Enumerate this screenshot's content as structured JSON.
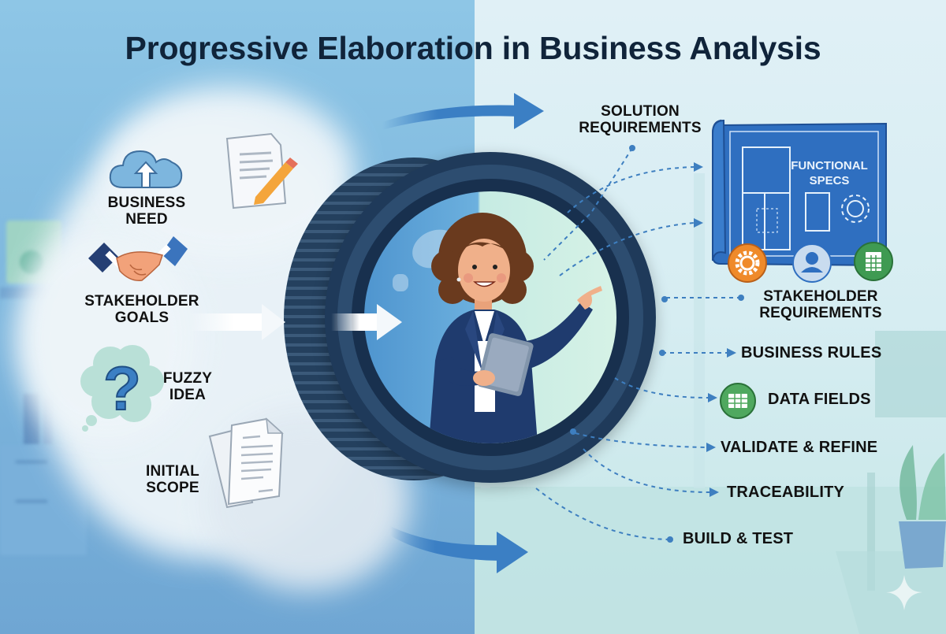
{
  "title": "Progressive Elaboration in Business Analysis",
  "left_inputs": [
    {
      "id": "business-need",
      "label_line1": "BUSINESS",
      "label_line2": "NEED",
      "icon": "cloud-upload-icon"
    },
    {
      "id": "stakeholder-goals",
      "label_line1": "STAKEHOLDER",
      "label_line2": "GOALS",
      "icon": "handshake-icon"
    },
    {
      "id": "fuzzy-idea",
      "label_line1": "FUZZY",
      "label_line2": "IDEA",
      "icon": "question-cloud-icon"
    },
    {
      "id": "initial-scope",
      "label_line1": "INITIAL",
      "label_line2": "SCOPE",
      "icon": "documents-icon"
    }
  ],
  "decorative_left_icons": [
    "document-pencil-icon"
  ],
  "center": {
    "element": "lens",
    "figure": "business-analyst-with-tablet"
  },
  "right_outputs": [
    {
      "id": "solution-requirements",
      "label_line1": "SOLUTION",
      "label_line2": "REQUIREMENTS"
    },
    {
      "id": "stakeholder-requirements",
      "label_line1": "STAKEHOLDER",
      "label_line2": "REQUIREMENTS"
    },
    {
      "id": "business-rules",
      "label": "BUSINESS RULES"
    },
    {
      "id": "data-fields",
      "label": "DATA FIELDS",
      "icon": "spreadsheet-icon"
    },
    {
      "id": "validate-refine",
      "label": "VALIDATE & REFINE"
    },
    {
      "id": "traceability",
      "label": "TRACEABILITY"
    },
    {
      "id": "build-test",
      "label": "BUILD & TEST"
    }
  ],
  "blueprint": {
    "label_line1": "FUNCTIONAL",
    "label_line2": "SPECS",
    "badges": [
      "gear-icon",
      "user-icon",
      "spreadsheet-icon"
    ]
  },
  "colors": {
    "title": "#10243a",
    "accent_blue": "#3b7fc4",
    "blueprint": "#2f6fc0",
    "lens_dark": "#1f3a5a",
    "badge_orange": "#ef8a2a",
    "badge_green": "#3f9a52",
    "badge_user_bg": "#c9dcef"
  }
}
